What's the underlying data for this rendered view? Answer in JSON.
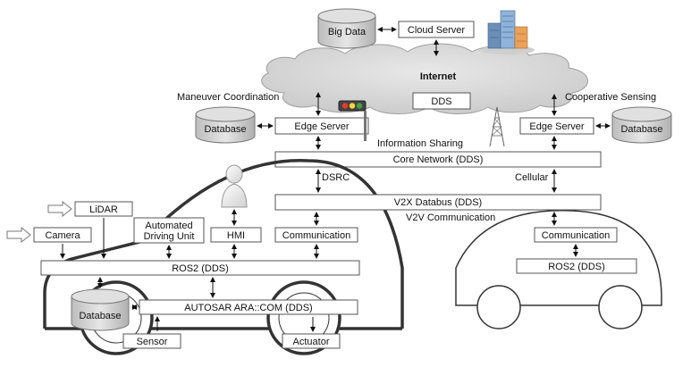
{
  "cloud": {
    "big_data": "Big Data",
    "cloud_server": "Cloud Server",
    "internet": "Internet",
    "dds": "DDS"
  },
  "labels": {
    "maneuver_coordination": "Maneuver Coordination",
    "cooperative_sensing": "Cooperative Sensing",
    "information_sharing": "Information Sharing",
    "dsrc": "DSRC",
    "cellular": "Cellular",
    "v2v_communication": "V2V Communication"
  },
  "infrastructure": {
    "database_left": "Database",
    "edge_server_left": "Edge Server",
    "edge_server_right": "Edge Server",
    "database_right": "Database",
    "core_network": "Core Network (DDS)",
    "v2x_databus": "V2X Databus (DDS)"
  },
  "vehicle_left": {
    "lidar": "LiDAR",
    "camera": "Camera",
    "adu_line1": "Automated",
    "adu_line2": "Driving Unit",
    "hmi": "HMI",
    "communication": "Communication",
    "ros2": "ROS2 (DDS)",
    "database": "Database",
    "autosar": "AUTOSAR ARA::COM (DDS)",
    "sensor": "Sensor",
    "actuator": "Actuator"
  },
  "vehicle_right": {
    "communication": "Communication",
    "ros2": "ROS2 (DDS)"
  },
  "icons": [
    "building-icon",
    "traffic-light-icon",
    "cell-tower-icon",
    "person-icon",
    "sensor-arrow-icon"
  ],
  "colors": {
    "cloud_fill": "#d9d9d9",
    "car_stroke": "#333333",
    "box_stroke": "#555555",
    "traffic_red": "#e53935",
    "traffic_yellow": "#fdd835",
    "traffic_green": "#43a047"
  }
}
